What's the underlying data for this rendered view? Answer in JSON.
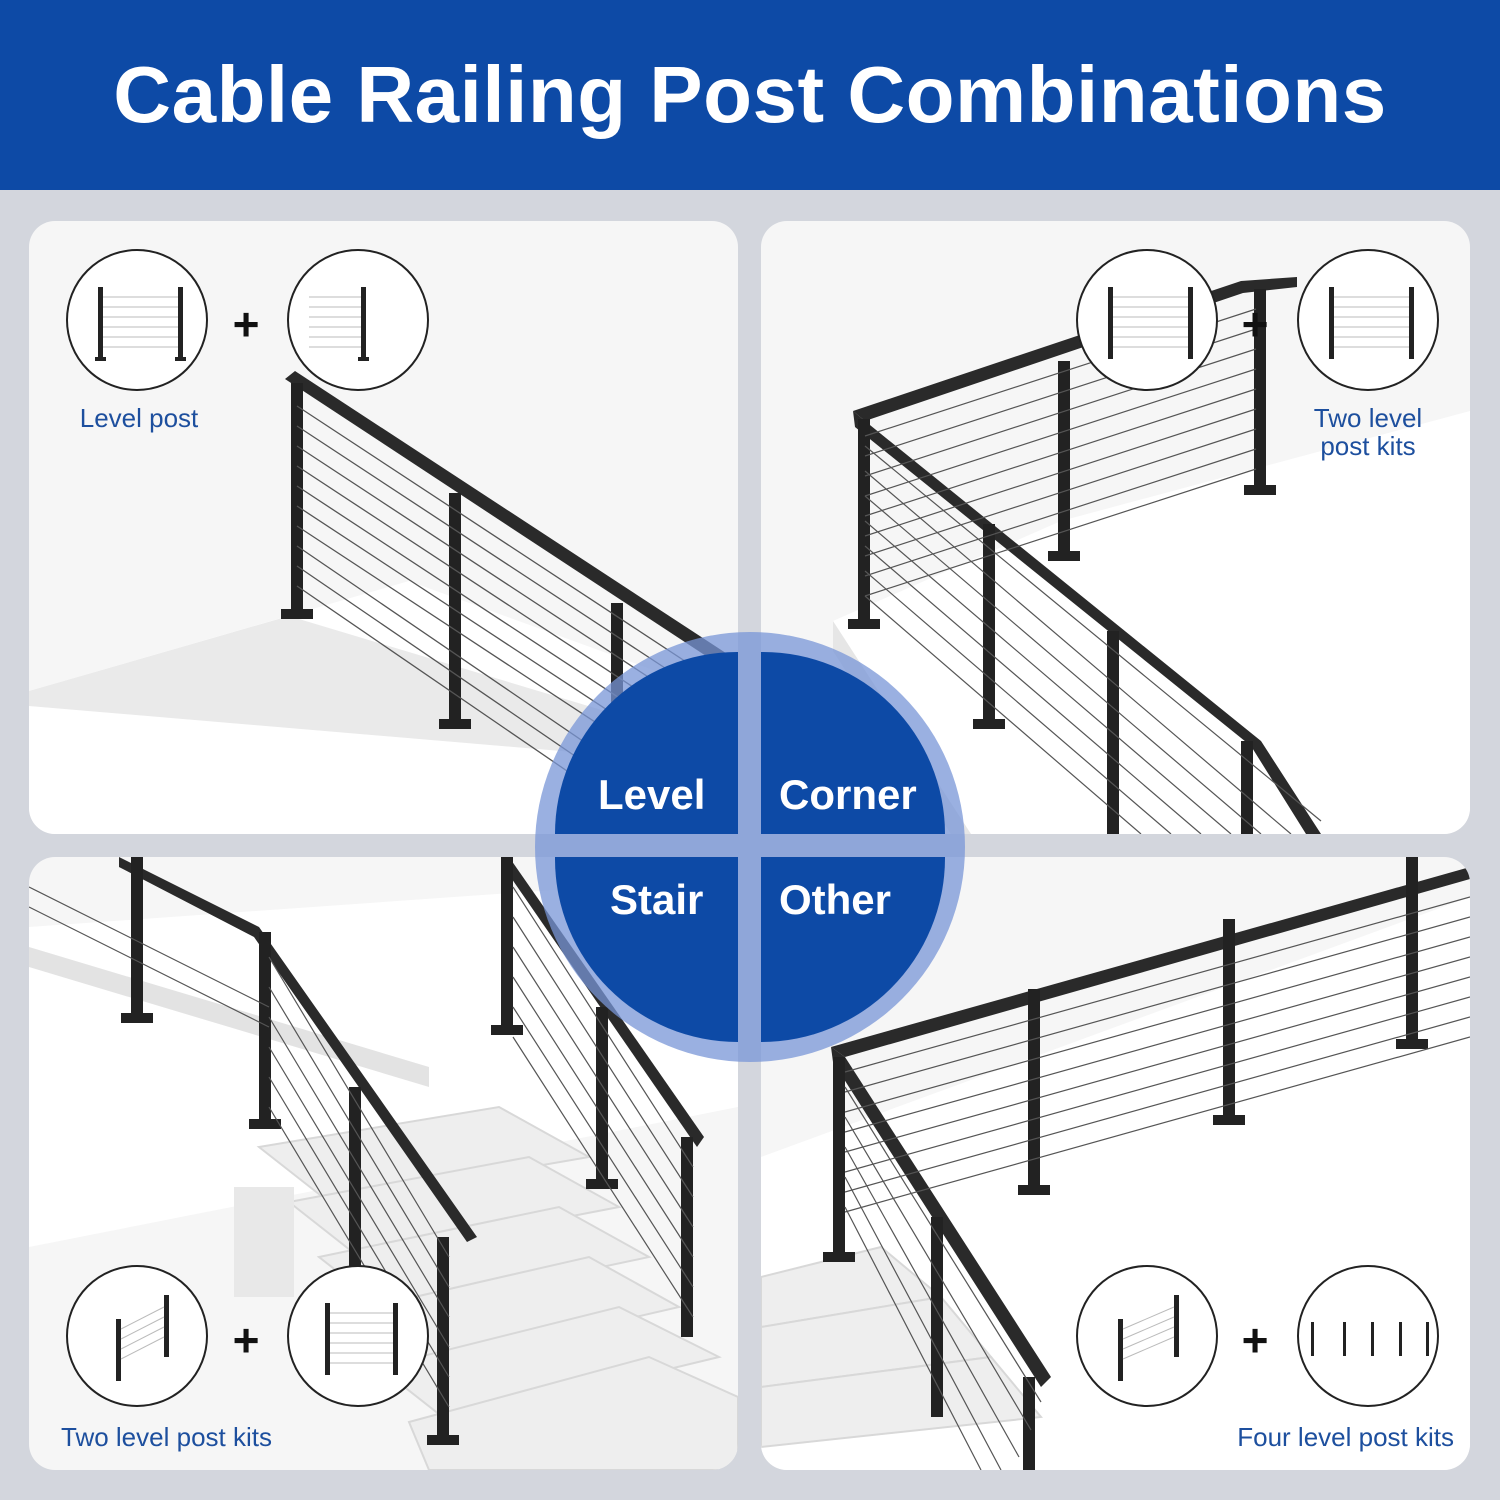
{
  "header": {
    "title": "Cable Railing Post Combinations"
  },
  "badge": {
    "quadrants": [
      "Level",
      "Corner",
      "Stair",
      "Other"
    ],
    "colors": {
      "inner": "#0d4aa6",
      "ring": "#7d98d6"
    }
  },
  "panels": {
    "level": {
      "label": "Level post"
    },
    "corner": {
      "label_line1": "Two level",
      "label_line2": "post kits"
    },
    "stair": {
      "label": "Two level post kits"
    },
    "other": {
      "label": "Four level post kits"
    }
  },
  "plus_sign": "+",
  "colors": {
    "banner": "#0d4aa6",
    "label_text": "#1d4f9e",
    "post": "#222222",
    "cable": "#555555"
  }
}
